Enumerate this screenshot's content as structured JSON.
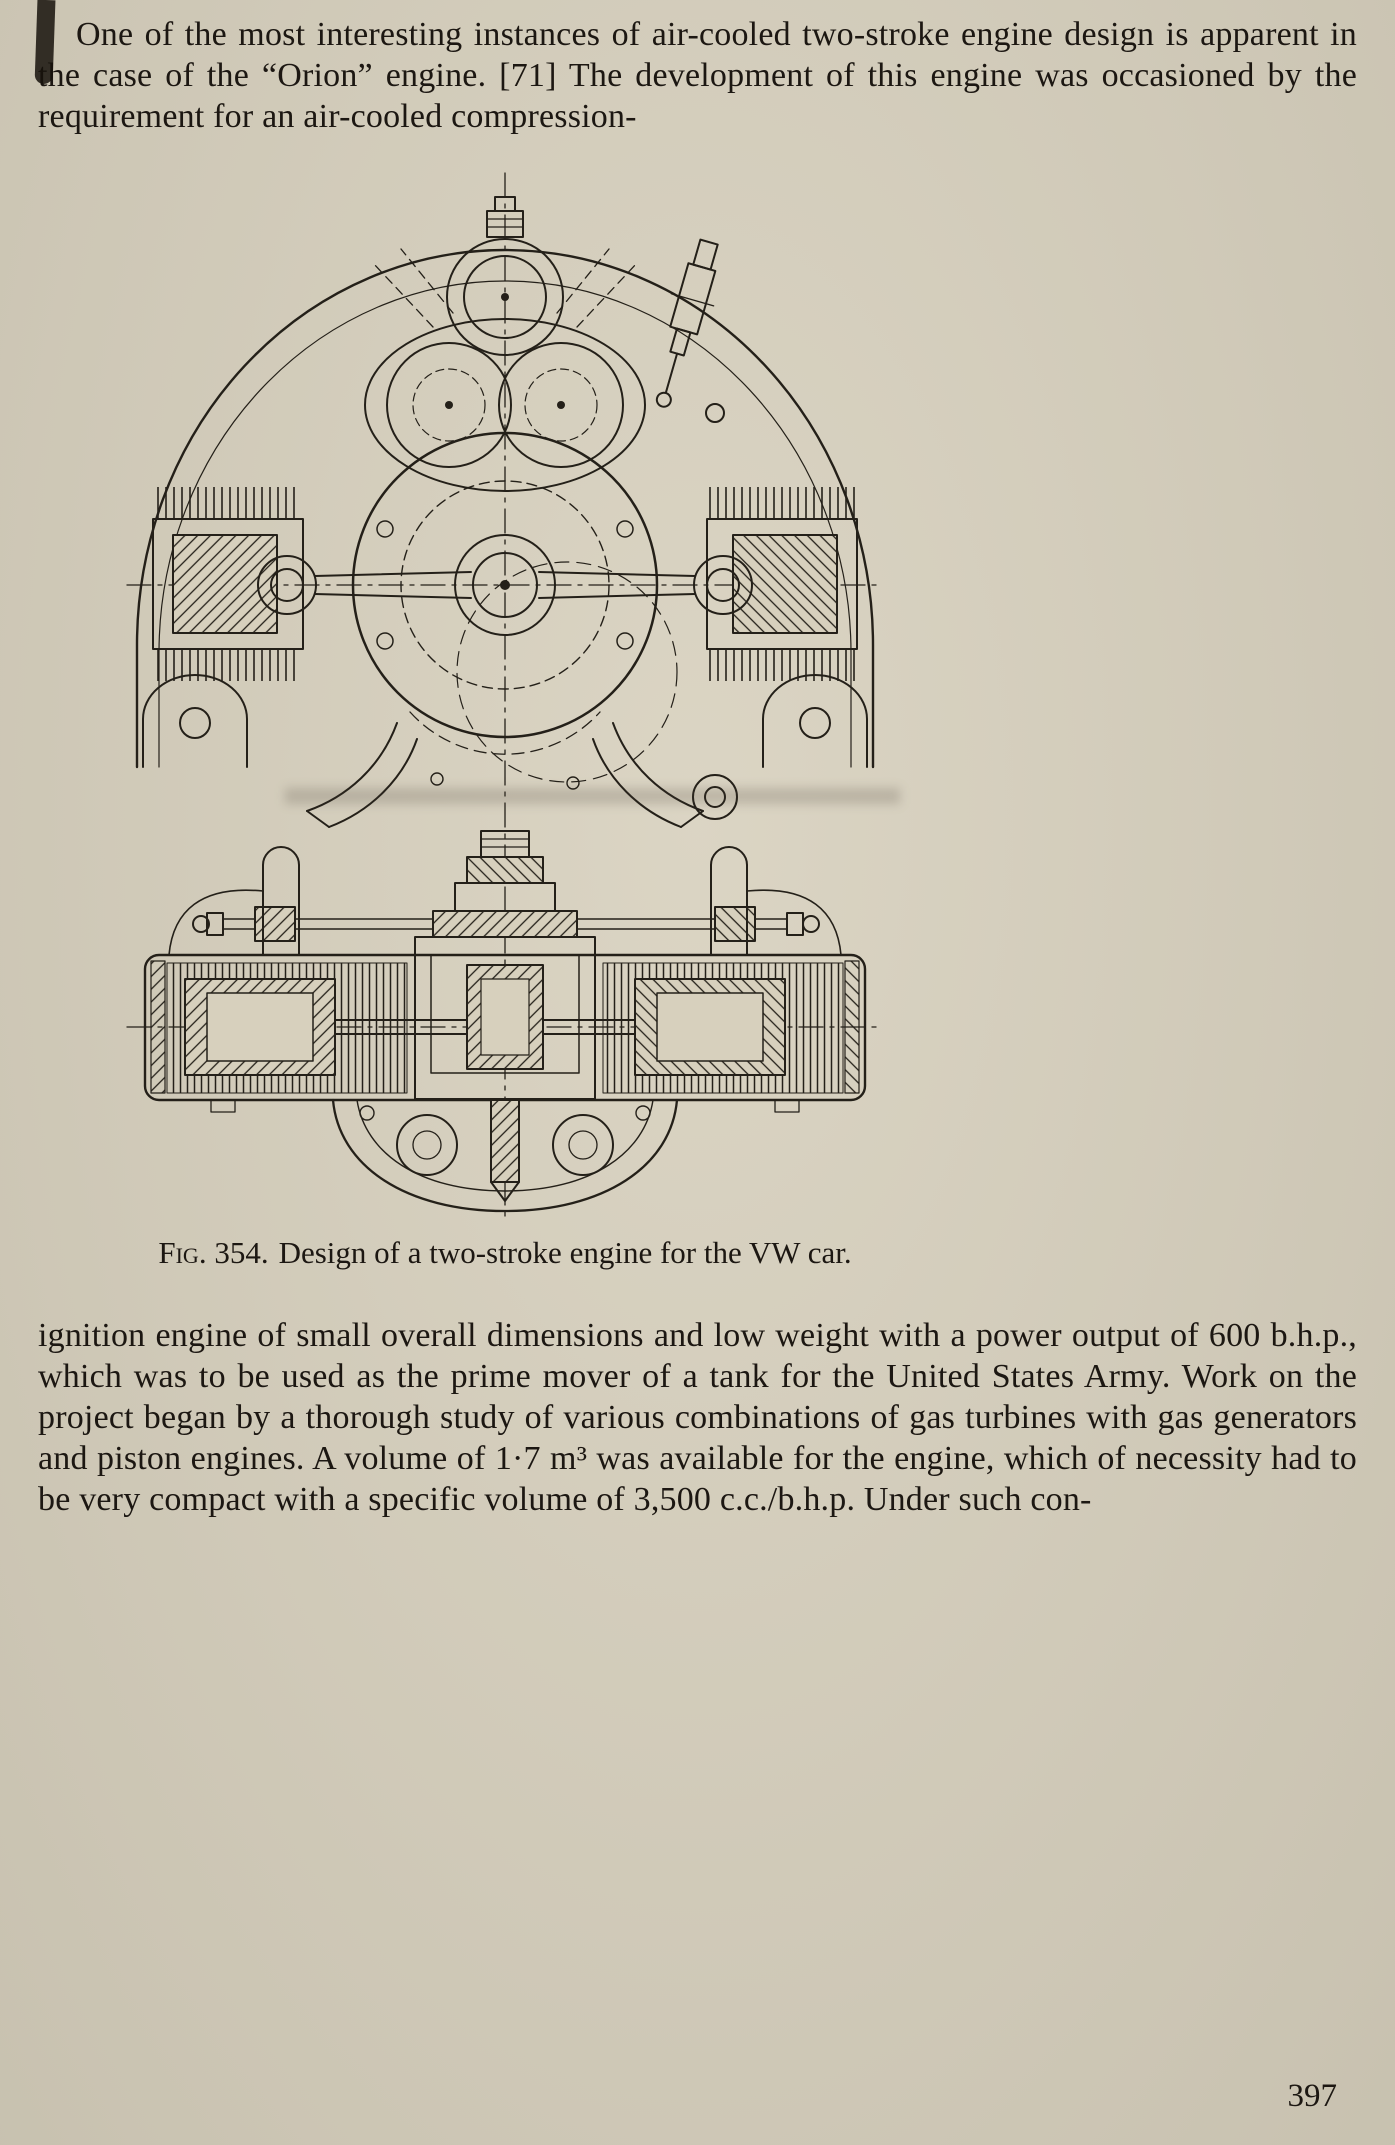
{
  "paragraphs": {
    "top": "One of the most interesting instances of air-cooled two-stroke engine design is apparent in the case of the “Orion” engine. [71] The development of this engine was occasioned by the requirement for an air-cooled compression-",
    "bottom": "ignition engine of small overall dimensions and low weight with a power output of 600 b.h.p., which was to be used as the prime mover of a tank for the United States Army. Work on the project began by a thorough study of various combinations of gas turbines with gas generators and piston engines. A volume of 1·7 m³ was available for the engine, which of necessity had to be very compact with a specific volume of 3,500 c.c./b.h.p. Under such con-"
  },
  "figure": {
    "caption_label": "Fig. 354.",
    "caption_text": "Design of a two-stroke engine for the VW car."
  },
  "page": {
    "number": "397"
  },
  "colors": {
    "paper-bg": "#d7d0bd",
    "ink": "#1c1712"
  }
}
